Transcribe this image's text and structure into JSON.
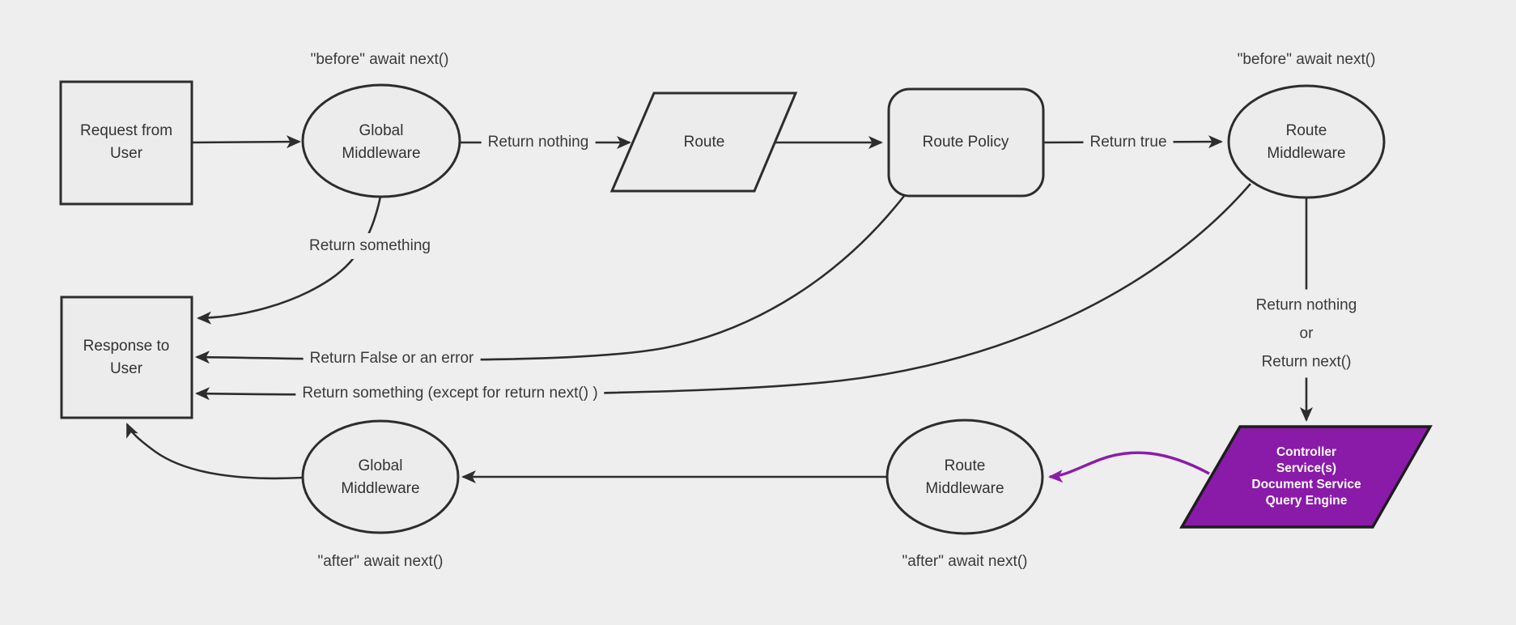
{
  "diagram": {
    "title": "Middleware request/response flowchart",
    "colors": {
      "background": "#eeeeee",
      "node_fill": "#ececec",
      "stroke": "#2d2d2d",
      "text": "#333333",
      "purple_fill": "#8a1aa8",
      "purple_edge": "#8b1ca8",
      "purple_node_text": "#ffffff"
    },
    "nodes": {
      "request": {
        "label": "Request from\nUser",
        "shape": "rectangle"
      },
      "global_mw_top": {
        "label": "Global\nMiddleware",
        "shape": "ellipse"
      },
      "route": {
        "label": "Route",
        "shape": "parallelogram"
      },
      "route_policy": {
        "label": "Route Policy",
        "shape": "rounded-rectangle"
      },
      "route_mw_top": {
        "label": "Route\nMiddleware",
        "shape": "ellipse"
      },
      "response": {
        "label": "Response to\nUser",
        "shape": "rectangle"
      },
      "controller": {
        "label": "Controller\nService(s)\nDocument Service\nQuery Engine",
        "shape": "parallelogram"
      },
      "route_mw_bottom": {
        "label": "Route\nMiddleware",
        "shape": "ellipse"
      },
      "global_mw_bottom": {
        "label": "Global\nMiddleware",
        "shape": "ellipse"
      }
    },
    "edge_labels": {
      "before_left": "\"before\" await next()",
      "before_right": "\"before\" await next()",
      "return_nothing": "Return nothing",
      "return_true": "Return true",
      "return_something": "Return something",
      "return_false": "Return False or an error",
      "return_something_except": "Return something (except for return next() )",
      "return_nothing_or_next": "Return nothing\nor\nReturn next()",
      "after_left": "\"after\" await next()",
      "after_right": "\"after\" await next()"
    }
  }
}
